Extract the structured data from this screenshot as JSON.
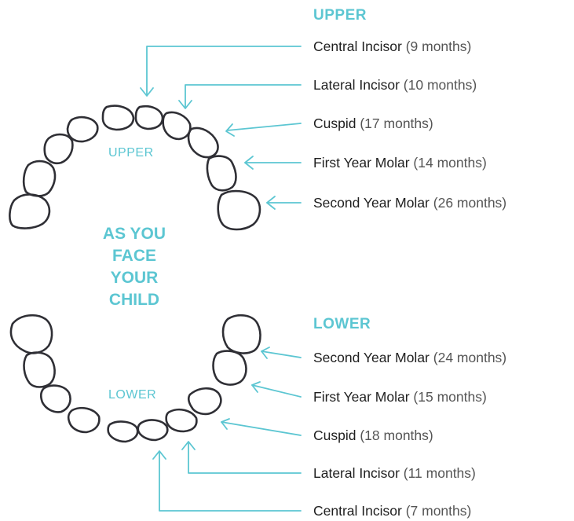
{
  "colors": {
    "accent": "#5cc6d2",
    "tooth_stroke": "#2f2f35",
    "text": "#1f1f1f"
  },
  "upper": {
    "heading": "UPPER",
    "arch_label": "UPPER",
    "teeth": [
      {
        "name": "Central Incisor",
        "age": "(9 months)"
      },
      {
        "name": "Lateral Incisor",
        "age": "(10 months)"
      },
      {
        "name": "Cuspid",
        "age": "(17 months)"
      },
      {
        "name": "First Year Molar",
        "age": "(14 months)"
      },
      {
        "name": "Second Year Molar",
        "age": "(26 months)"
      }
    ]
  },
  "lower": {
    "heading": "LOWER",
    "arch_label": "LOWER",
    "teeth": [
      {
        "name": "Second Year Molar",
        "age": "(24 months)"
      },
      {
        "name": "First Year Molar",
        "age": "(15 months)"
      },
      {
        "name": "Cuspid",
        "age": "(18 months)"
      },
      {
        "name": "Lateral Incisor",
        "age": "(11 months)"
      },
      {
        "name": "Central Incisor",
        "age": "(7 months)"
      }
    ]
  },
  "center_text": [
    "AS YOU",
    "FACE",
    "YOUR",
    "CHILD"
  ]
}
